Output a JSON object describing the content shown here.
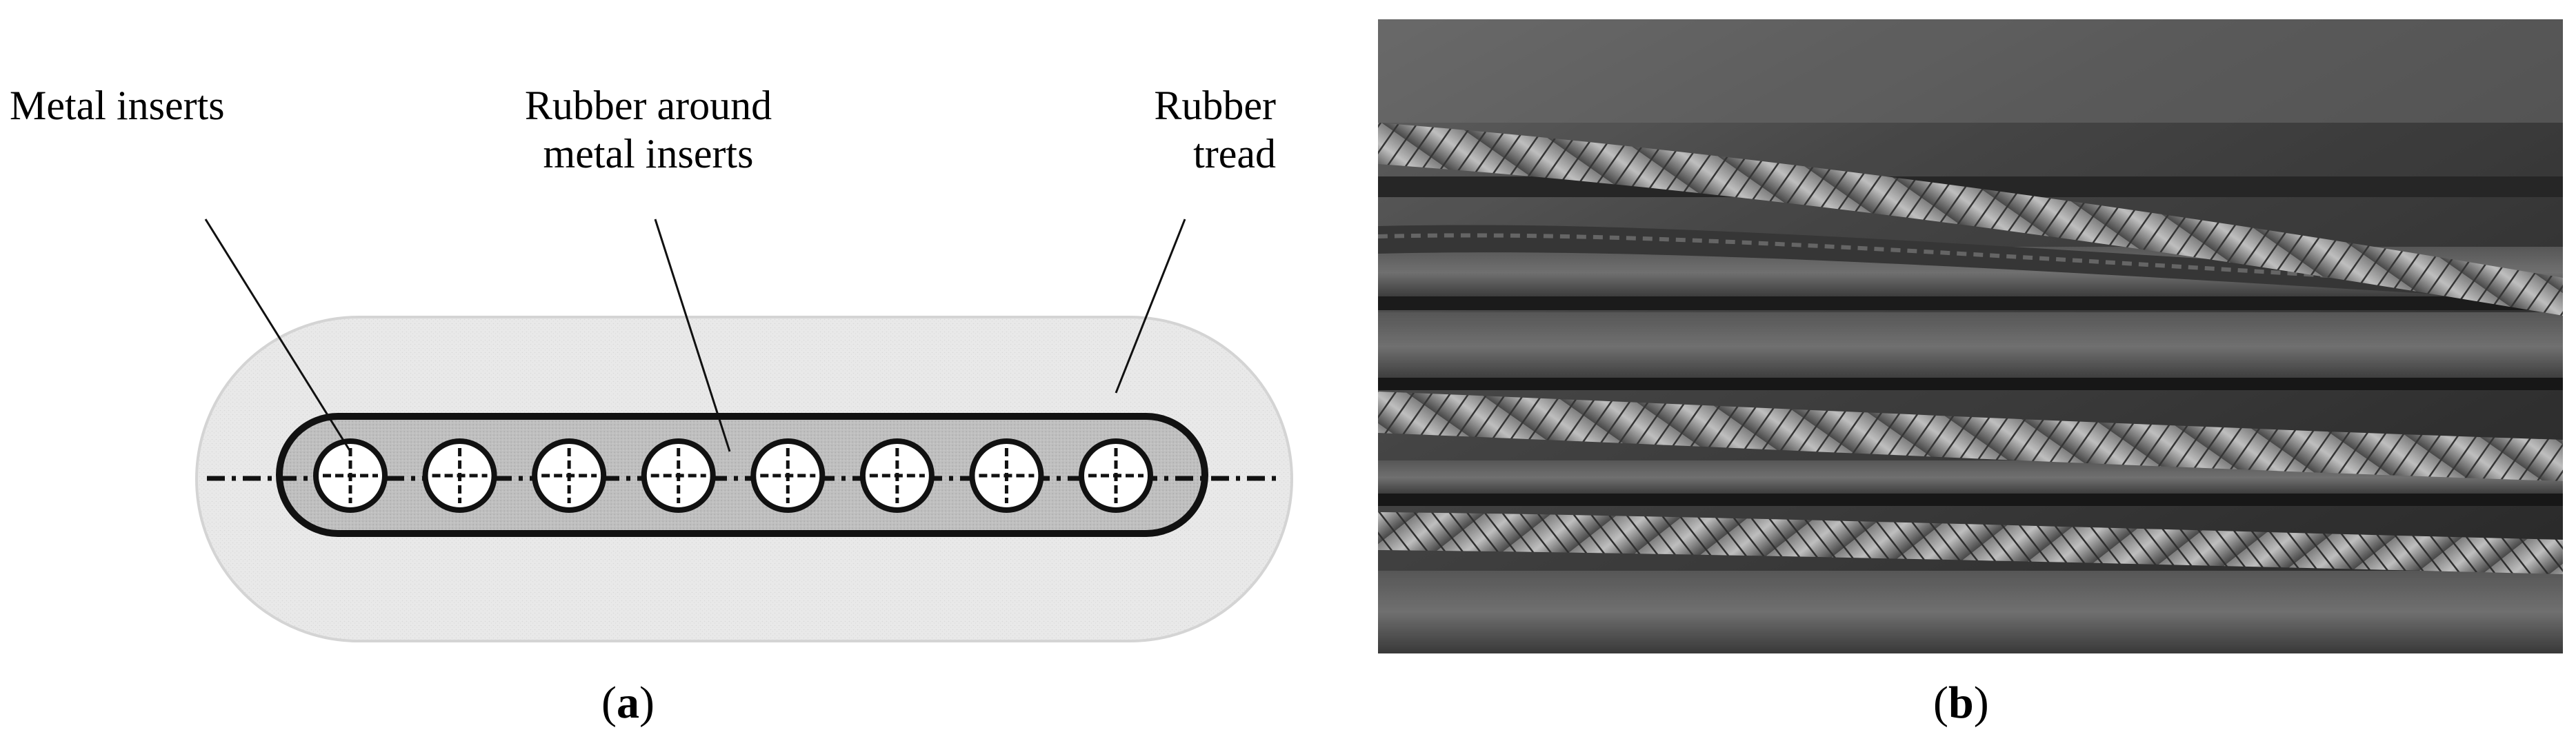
{
  "labels": {
    "metal_inserts": "Metal inserts",
    "rubber_around_line1": "Rubber around",
    "rubber_around_line2": "metal inserts",
    "rubber_tread_line1": "Rubber",
    "rubber_tread_line2": "tread"
  },
  "captions": {
    "a_open": "(",
    "a_letter": "a",
    "a_close": ")",
    "b_open": "(",
    "b_letter": "b",
    "b_close": ")"
  },
  "diagram": {
    "insert_count": 8,
    "colors": {
      "tread": "#ececec",
      "inner_band": "#bdbdbd",
      "outline": "#111111",
      "insert_fill": "#ffffff"
    }
  },
  "photo": {
    "colors": {
      "background": "#3a3a3a",
      "rope_light": "#b5b5b5",
      "rope_dark": "#555555"
    }
  }
}
